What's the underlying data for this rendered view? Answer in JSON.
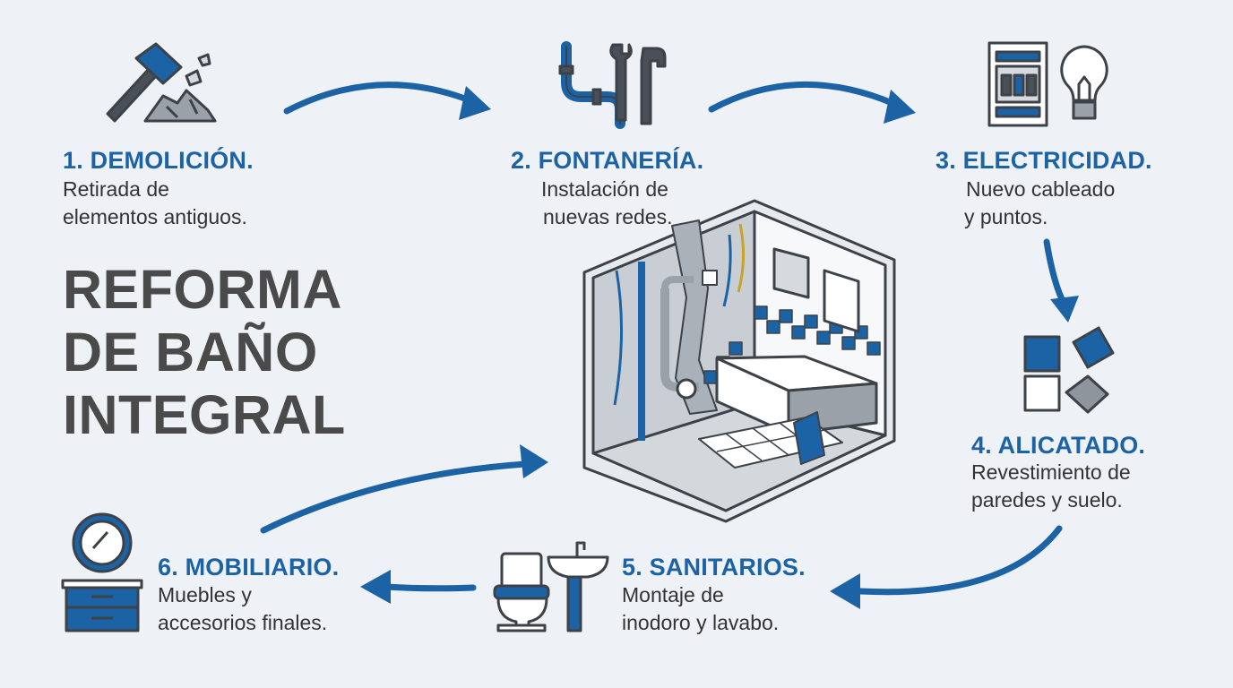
{
  "title": {
    "lines": [
      "REFORMA",
      "DE BAÑO",
      "INTEGRAL"
    ]
  },
  "steps": [
    {
      "title": "1. DEMOLICIÓN.",
      "desc": [
        "Retirada de",
        "elementos antiguos."
      ],
      "icon": "hammer-rubble-icon"
    },
    {
      "title": "2. FONTANERÍA.",
      "desc": [
        "Instalación de",
        "nuevas redes."
      ],
      "icon": "pipes-wrench-icon"
    },
    {
      "title": "3. ELECTRICIDAD.",
      "desc": [
        "Nuevo cableado",
        "y puntos."
      ],
      "icon": "breaker-bulb-icon"
    },
    {
      "title": "4. ALICATADO.",
      "desc": [
        "Revestimiento de",
        "paredes y suelo."
      ],
      "icon": "tiles-icon"
    },
    {
      "title": "5. SANITARIOS.",
      "desc": [
        "Montaje de",
        "inodoro y lavabo."
      ],
      "icon": "toilet-sink-icon"
    },
    {
      "title": "6. MOBILIARIO.",
      "desc": [
        "Muebles y",
        "accesorios finales."
      ],
      "icon": "vanity-mirror-icon"
    }
  ],
  "colors": {
    "accent": "#1c63a6",
    "title": "#4a4a4a",
    "text": "#333333",
    "background": "#eef1f5",
    "icon_dark": "#3d4248"
  }
}
